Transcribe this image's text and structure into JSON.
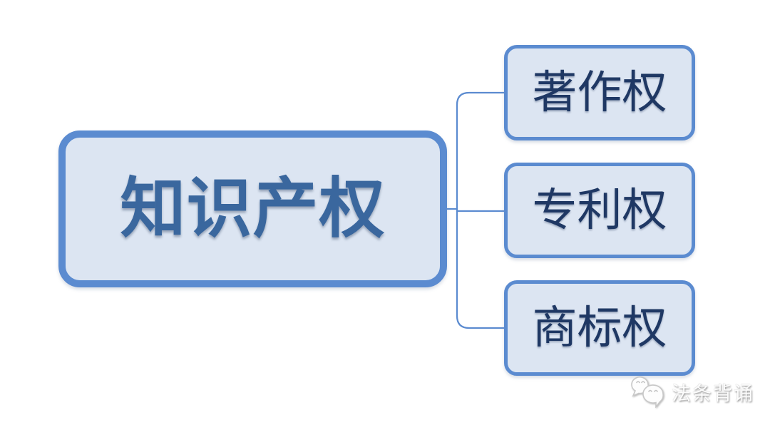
{
  "diagram": {
    "type": "mindmap",
    "root": {
      "label": "知识产权",
      "children": [
        {
          "label": "著作权"
        },
        {
          "label": "专利权"
        },
        {
          "label": "商标权"
        }
      ]
    }
  },
  "watermark": {
    "text": "法条背诵",
    "icon": "wechat-chat-bubbles-icon"
  },
  "colors": {
    "node_border": "#5B8BD0",
    "node_fill": "#DCE5F2",
    "root_text": "#3A679E",
    "child_text": "#1F3864",
    "connector": "#5B8BD0",
    "background": "#FFFFFF"
  }
}
